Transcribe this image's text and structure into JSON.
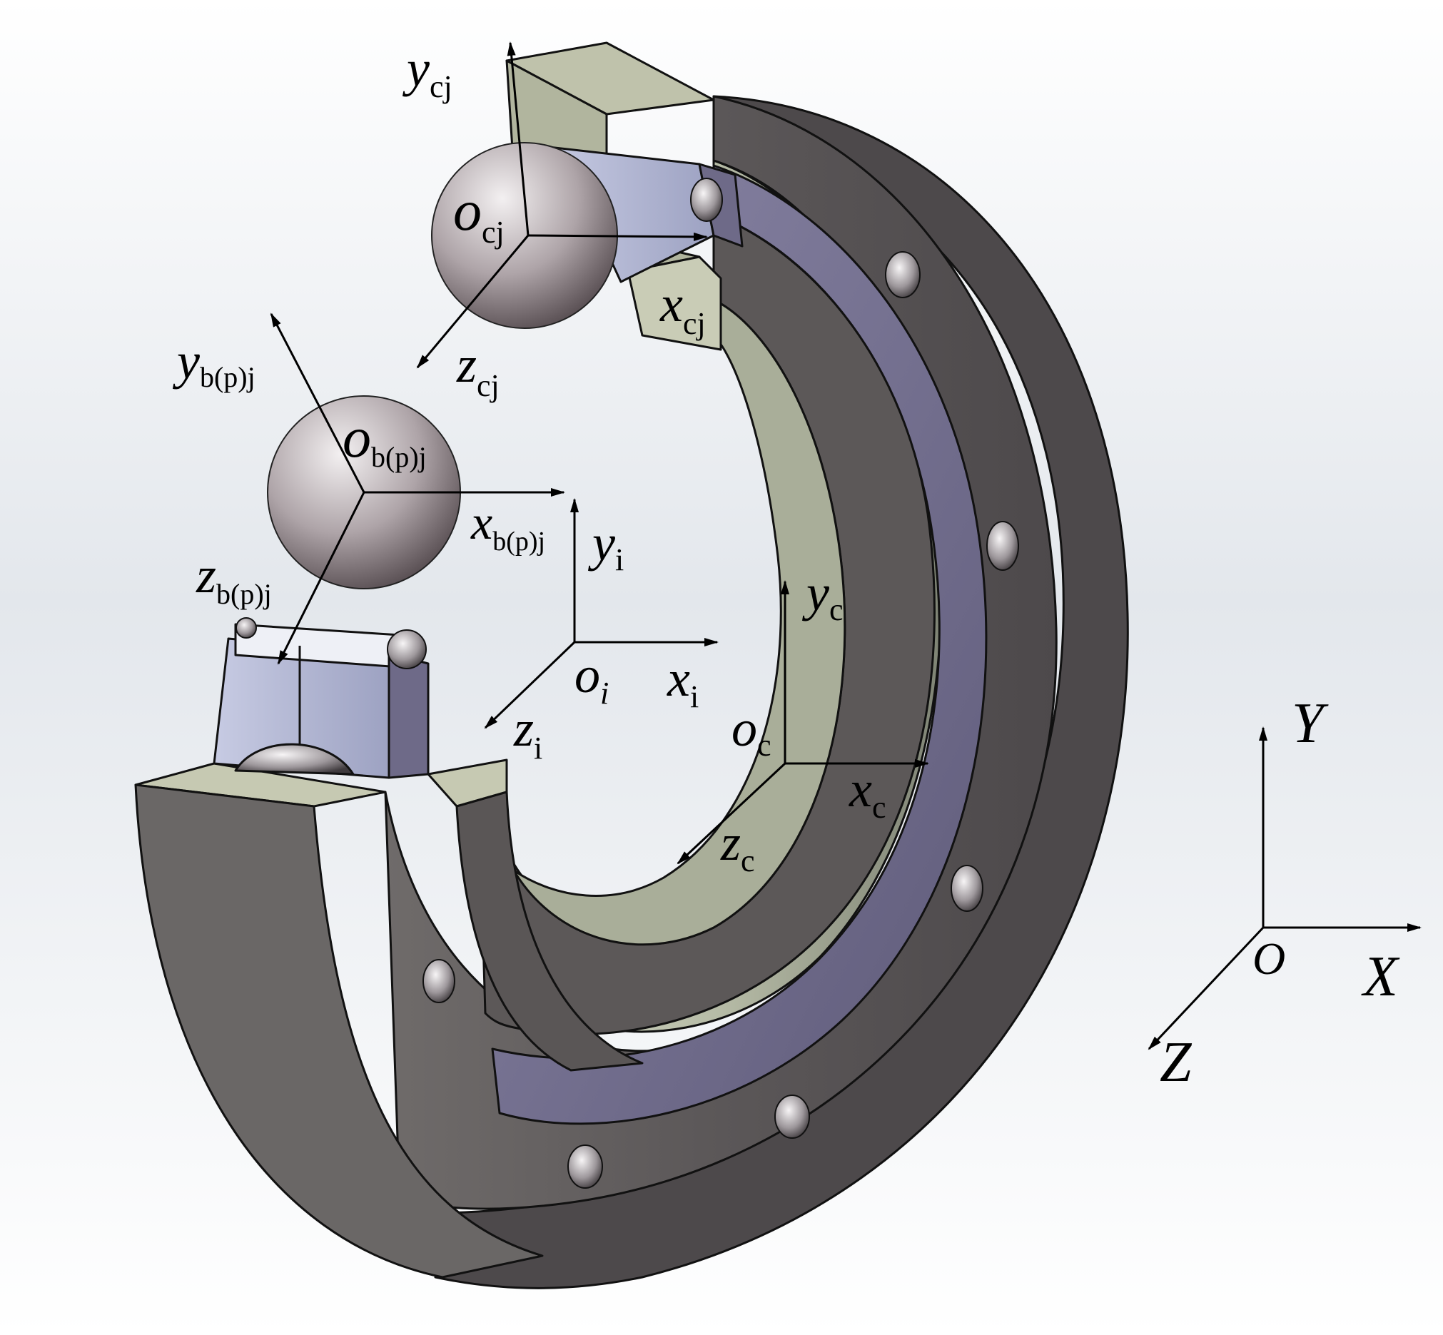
{
  "colors": {
    "background_top": "#ffffff",
    "background_mid": "#dde2e8",
    "outer_ring": "#5f5a5c",
    "outer_ring_dark": "#4a4547",
    "inner_ring": "#5c5858",
    "raceway": "#c8cdbb",
    "raceway_dark": "#8f9486",
    "cage": "#6e6a88",
    "cage_light": "#8c88a8",
    "section": "#b8bba5",
    "ball_light": "#f2eef0",
    "ball_dark": "#5e5458",
    "pocket": "#cdd2e6"
  },
  "icons": {
    "bearing": "bearing-cutaway-icon",
    "ball": "rolling-ball-icon",
    "cage": "cage-segment-icon"
  },
  "labels": {
    "cage_frame": {
      "y": "y",
      "y_sub": "cj",
      "o": "o",
      "o_sub": "cj",
      "x": "x",
      "x_sub": "cj",
      "z": "z",
      "z_sub": "cj"
    },
    "ball_frame": {
      "y": "y",
      "y_sub": "b(p)j",
      "o": "o",
      "o_sub": "b(p)j",
      "x": "x",
      "x_sub": "b(p)j",
      "z": "z",
      "z_sub": "b(p)j"
    },
    "inner_frame": {
      "y": "y",
      "y_sub": "i",
      "o": "o",
      "o_sub": "i",
      "x": "x",
      "x_sub": "i",
      "z": "z",
      "z_sub": "i"
    },
    "outer_frame": {
      "y": "y",
      "y_sub": "c",
      "o": "o",
      "o_sub": "c",
      "x": "x",
      "x_sub": "c",
      "z": "z",
      "z_sub": "c"
    },
    "global_frame": {
      "y": "Y",
      "o": "O",
      "x": "X",
      "z": "Z"
    }
  }
}
